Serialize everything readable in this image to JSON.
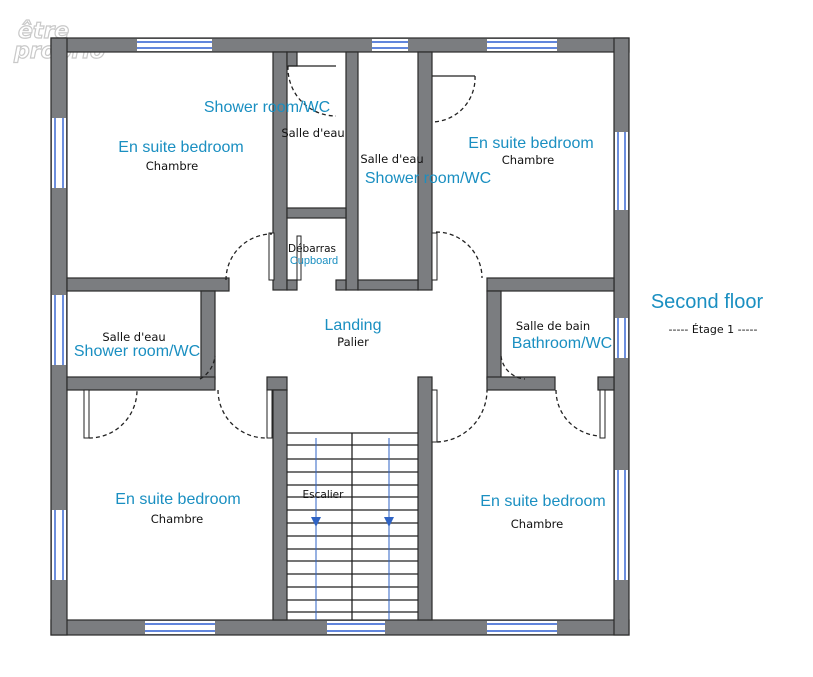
{
  "logo": {
    "line1": "être",
    "line2": "proprio"
  },
  "floor": {
    "title": "Second floor",
    "subtitle": "-----   Étage 1   -----"
  },
  "rooms": {
    "bedroom_tl": {
      "en": "En suite bedroom",
      "fr": "Chambre"
    },
    "shower_tl": {
      "en": "Shower room/WC",
      "fr": "Salle d'eau"
    },
    "shower_tr": {
      "en": "Shower room/WC",
      "fr": "Salle d'eau"
    },
    "bedroom_tr": {
      "en": "En suite bedroom",
      "fr": "Chambre"
    },
    "cupboard": {
      "en": "Cupboard",
      "fr": "Débarras"
    },
    "landing": {
      "en": "Landing",
      "fr": "Palier"
    },
    "shower_left": {
      "en": "Shower room/WC",
      "fr": "Salle d'eau"
    },
    "bathroom": {
      "en": "Bathroom/WC",
      "fr": "Salle de bain"
    },
    "bedroom_bl": {
      "en": "En suite bedroom",
      "fr": "Chambre"
    },
    "bedroom_br": {
      "en": "En suite bedroom",
      "fr": "Chambre"
    },
    "stairs": {
      "fr": "Escalier"
    }
  },
  "colors": {
    "wall": "#7b7d80",
    "window": "#2f5fd0",
    "label_en": "#1a8fc1",
    "label_fr": "#111111"
  }
}
